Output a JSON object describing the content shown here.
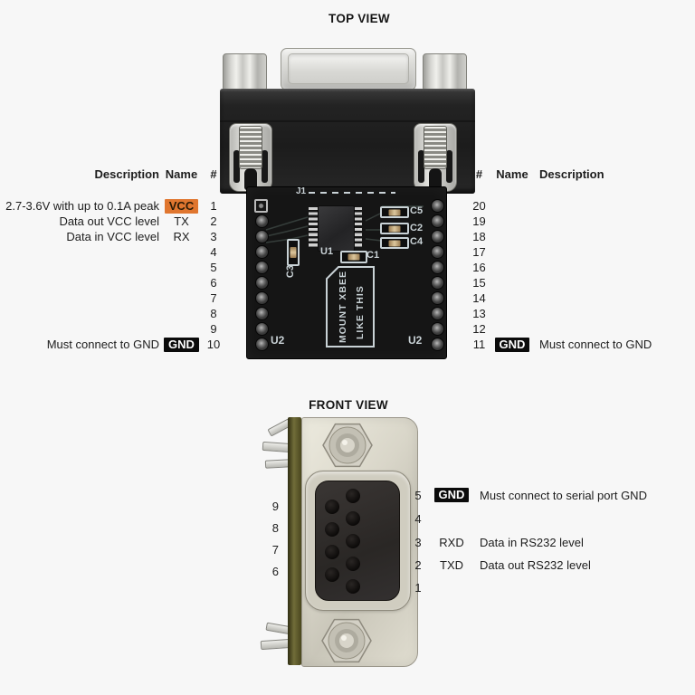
{
  "colors": {
    "accent_orange": "#E0762F",
    "badge_black": "#0B0B0B",
    "silkscreen": "#C9D2D6"
  },
  "top_view": {
    "title": "TOP VIEW",
    "left_table": {
      "headers": {
        "description": "Description",
        "name": "Name",
        "number": "#"
      },
      "rows": [
        {
          "num": "1",
          "name": "VCC",
          "desc": "2.7-3.6V with up to 0.1A peak"
        },
        {
          "num": "2",
          "name": "TX",
          "desc": "Data out VCC level"
        },
        {
          "num": "3",
          "name": "RX",
          "desc": "Data in VCC level"
        },
        {
          "num": "4"
        },
        {
          "num": "5"
        },
        {
          "num": "6"
        },
        {
          "num": "7"
        },
        {
          "num": "8"
        },
        {
          "num": "9"
        },
        {
          "num": "10",
          "name": "GND",
          "desc": "Must connect to GND"
        }
      ]
    },
    "right_table": {
      "headers": {
        "number": "#",
        "name": "Name",
        "description": "Description"
      },
      "rows": [
        {
          "num": "20"
        },
        {
          "num": "19"
        },
        {
          "num": "18"
        },
        {
          "num": "17"
        },
        {
          "num": "16"
        },
        {
          "num": "15"
        },
        {
          "num": "14"
        },
        {
          "num": "13"
        },
        {
          "num": "12"
        },
        {
          "num": "11",
          "name": "GND",
          "desc": "Must connect to GND"
        }
      ]
    },
    "board_silkscreen": {
      "j1": "J1",
      "u1": "U1",
      "u2_left": "U2",
      "u2_right": "U2",
      "c1": "C1",
      "c2": "C2",
      "c3": "C3",
      "c4": "C4",
      "c5": "C5",
      "mount_line1": "MOUNT XBEE",
      "mount_line2": "LIKE THIS"
    }
  },
  "front_view": {
    "title": "FRONT VIEW",
    "left_labels": [
      "9",
      "8",
      "7",
      "6"
    ],
    "right_rows": [
      {
        "num": "5",
        "name": "GND",
        "desc": "Must connect to serial port GND"
      },
      {
        "num": "4"
      },
      {
        "num": "3",
        "name": "RXD",
        "desc": "Data in RS232 level"
      },
      {
        "num": "2",
        "name": "TXD",
        "desc": "Data out RS232 level"
      },
      {
        "num": "1"
      }
    ]
  }
}
